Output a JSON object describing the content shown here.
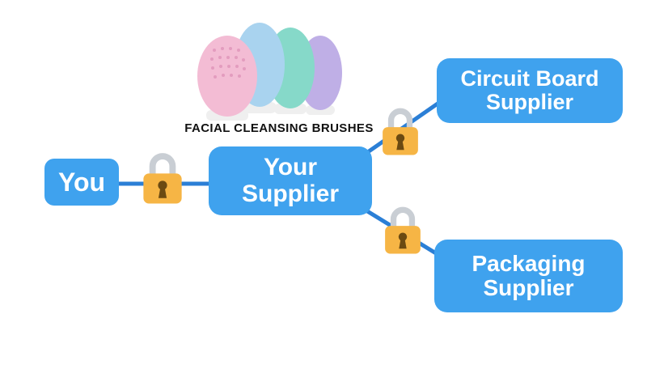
{
  "caption": {
    "text": "FACIAL CLEANSING BRUSHES"
  },
  "nodes": {
    "you": {
      "label": "You"
    },
    "your_supplier": {
      "label": "Your Supplier"
    },
    "circuit_board": {
      "label": "Circuit Board Supplier"
    },
    "packaging": {
      "label": "Packaging Supplier"
    }
  },
  "edges": [
    {
      "from": "you",
      "to": "your_supplier",
      "locked": true
    },
    {
      "from": "your_supplier",
      "to": "circuit_board",
      "locked": true
    },
    {
      "from": "your_supplier",
      "to": "packaging",
      "locked": true
    }
  ],
  "icons": {
    "lock": "closed-padlock"
  },
  "colors": {
    "node_fill": "#3fa2ee",
    "node_text": "#ffffff",
    "connector": "#2b7fd6",
    "lock_body": "#f6b545",
    "lock_shackle": "#c9ced4",
    "lock_keyhole": "#6b4a12",
    "caption_text": "#111111",
    "brush_pink": "#f3bcd4",
    "brush_pink_dots": "#e39cbe",
    "brush_blue": "#a9d3ef",
    "brush_teal": "#86d9c9",
    "brush_purple": "#bfafe6",
    "brush_base": "#efefef",
    "background": "#ffffff"
  }
}
